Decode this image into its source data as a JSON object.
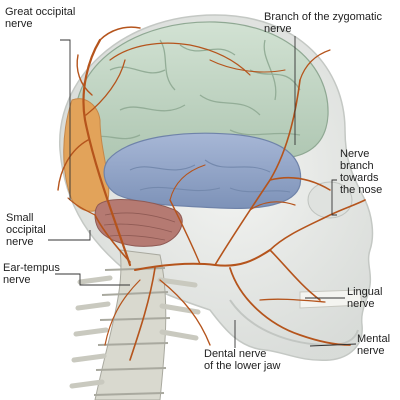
{
  "labels": {
    "great_occipital": "Great occipital\nnerve",
    "zygomatic": "Branch of the zygomatic\nnerve",
    "nose": "Nerve\nbranch\ntowards\nthe nose",
    "small_occipital": "Small\noccipital\nnerve",
    "ear_tempus": "Ear-tempus\nnerve",
    "lingual": "Lingual\nnerve",
    "mental": "Mental\nnerve",
    "dental": "Dental nerve\nof the lower jaw"
  },
  "colors": {
    "nerve": "#b5541c",
    "brain_top": "#bcd3bf",
    "temporal_lobe": "#93a6c8",
    "occipital_lobe": "#e2a35a",
    "cerebellum": "#b57a72",
    "skull": "#e9ebe8",
    "spine": "#d9d9cf",
    "leader_line": "#333333"
  }
}
